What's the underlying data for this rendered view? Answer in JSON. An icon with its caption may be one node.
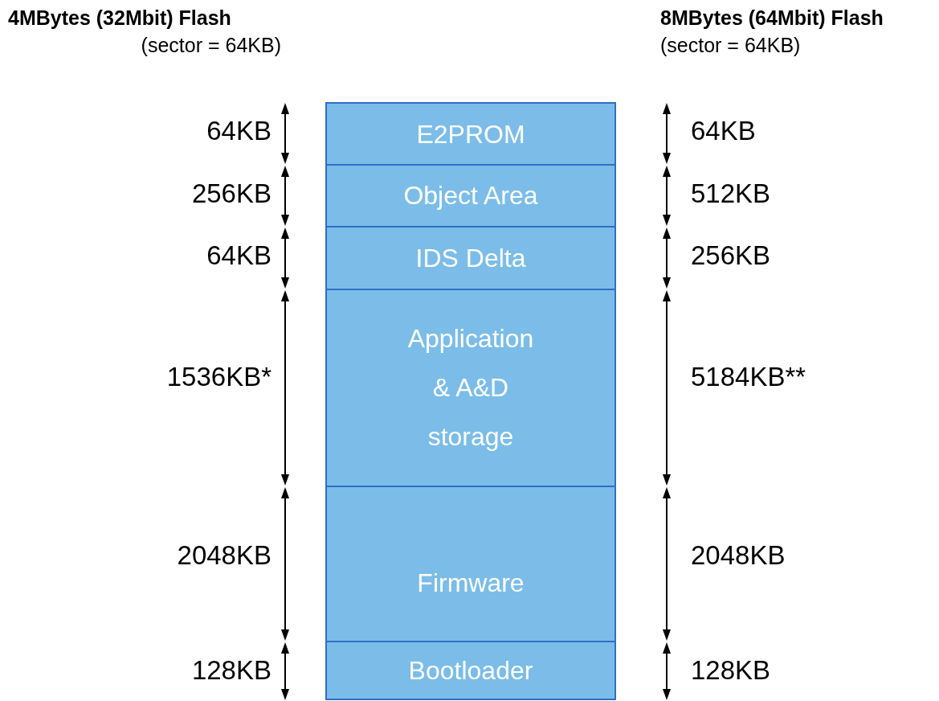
{
  "diagram": {
    "nodes": [
      {
        "text": [
          "E2PROM"
        ]
      },
      {
        "text": [
          "Object Area"
        ]
      },
      {
        "text": [
          "IDS Delta"
        ]
      },
      {
        "text": [
          "Application & A&D storage"
        ]
      },
      {
        "text": [
          "Firmware"
        ]
      },
      {
        "text": [
          "Bootloader"
        ]
      }
    ],
    "labels": [
      "4MBytes (32Mbit) Flash",
      "8MBytes (64Mbit) Flash",
      "(sector = 64KB)",
      "(sector = 64KB)",
      "64KB",
      "64KB",
      "256KB",
      "512KB",
      "64KB",
      "256KB",
      "1536KB*",
      "5184KB**",
      "2048KB",
      "2048KB",
      "128KB",
      "128KB"
    ]
  }
}
